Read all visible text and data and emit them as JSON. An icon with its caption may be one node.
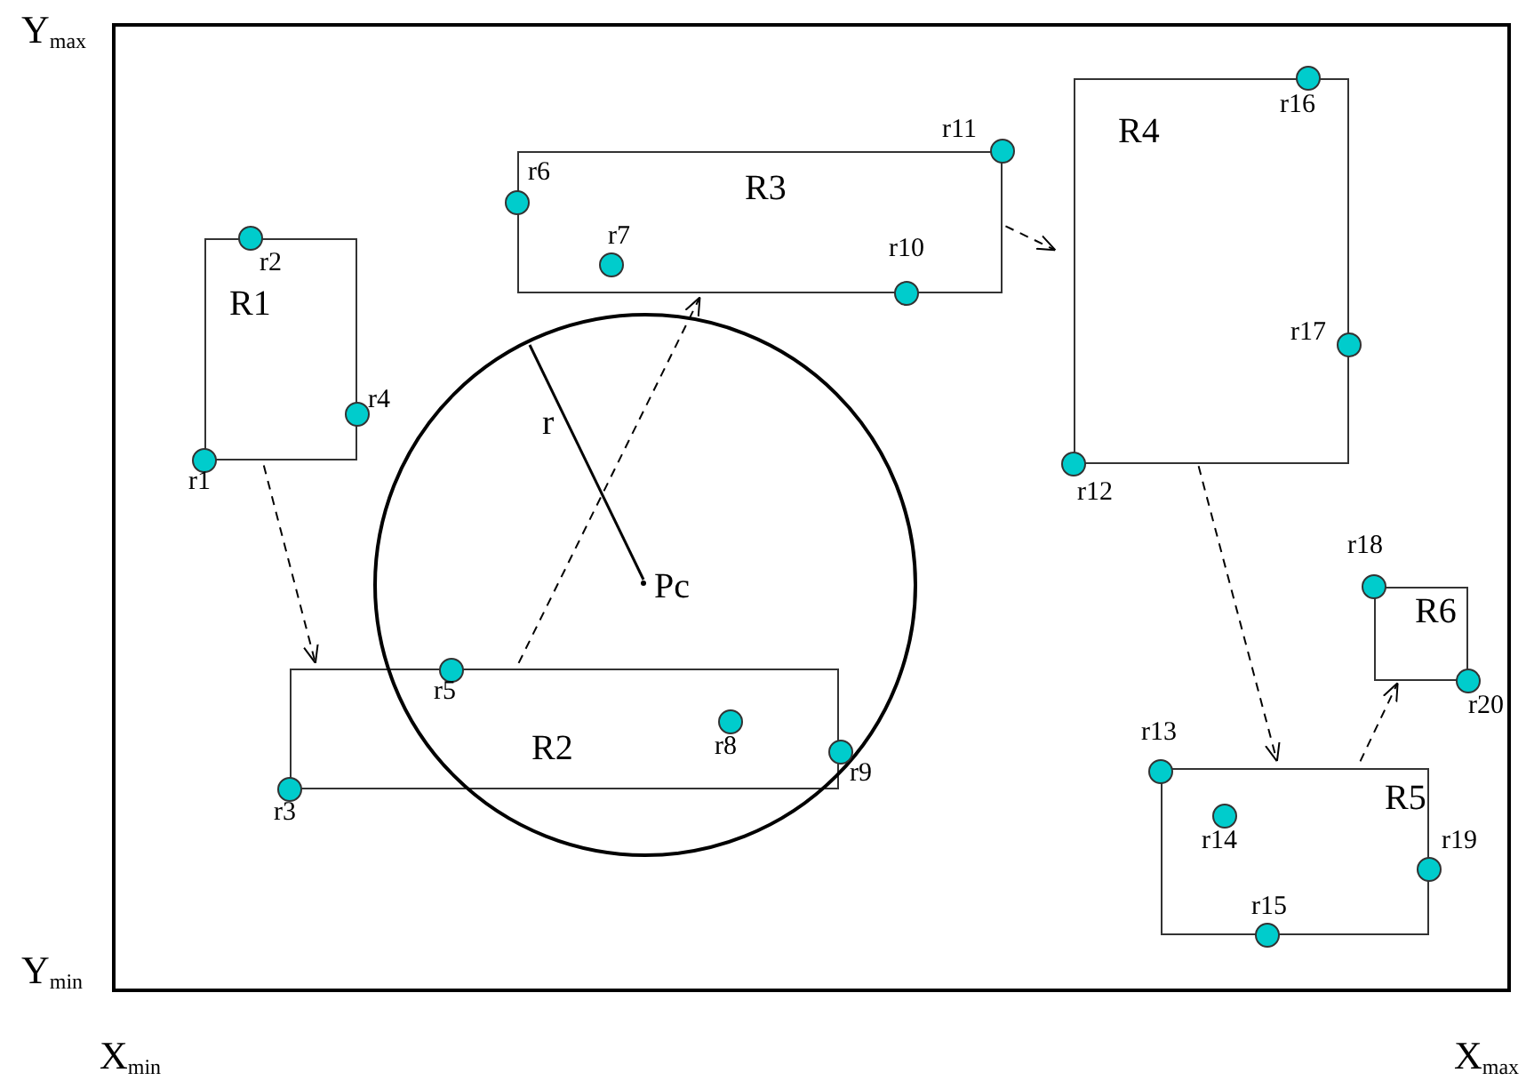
{
  "diagram": {
    "nodes": [
      {
        "text": [],
        "shape": "box"
      },
      {
        "text": [
          "R1"
        ],
        "in": 0
      },
      {
        "text": [
          "R2"
        ],
        "in": 0
      },
      {
        "text": [
          "R3"
        ],
        "in": 0
      },
      {
        "text": [
          "R4"
        ],
        "in": 0
      },
      {
        "text": [
          "R5"
        ],
        "in": 0
      },
      {
        "text": [
          "R6"
        ],
        "in": 0
      },
      {
        "text": [
          "Pc"
        ],
        "in": 0
      },
      {
        "text": [],
        "shape": "circle",
        "beside": [
          "r1"
        ],
        "in": 0
      },
      {
        "text": [],
        "shape": "circle",
        "beside": [
          "r2"
        ],
        "in": 0
      },
      {
        "text": [],
        "shape": "circle",
        "beside": [
          "r3"
        ],
        "in": 0
      },
      {
        "text": [],
        "shape": "circle",
        "beside": [
          "r4"
        ],
        "in": 0
      },
      {
        "text": [],
        "shape": "circle",
        "beside": [
          "r5"
        ],
        "in": 7
      },
      {
        "text": [],
        "shape": "circle",
        "beside": [
          "r6"
        ],
        "in": 0
      },
      {
        "text": [],
        "shape": "circle",
        "beside": [
          "r7"
        ],
        "in": 3
      },
      {
        "text": [],
        "shape": "circle",
        "beside": [
          "r8"
        ],
        "in": 2
      },
      {
        "text": [],
        "shape": "circle",
        "beside": [
          "r9"
        ],
        "in": 7
      },
      {
        "text": [],
        "shape": "circle",
        "beside": [
          "r10"
        ],
        "in": 0
      },
      {
        "text": [],
        "shape": "circle",
        "beside": [
          "r11"
        ],
        "in": 0
      },
      {
        "text": [],
        "shape": "circle",
        "beside": [
          "r12"
        ],
        "in": 0
      },
      {
        "text": [],
        "shape": "circle",
        "beside": [
          "r13"
        ],
        "in": 0
      },
      {
        "text": [],
        "shape": "circle",
        "beside": [
          "r14"
        ],
        "in": 5
      },
      {
        "text": [],
        "shape": "circle",
        "beside": [
          "r15"
        ],
        "in": 0
      },
      {
        "text": [],
        "shape": "circle",
        "beside": [
          "r16"
        ],
        "in": 0
      },
      {
        "text": [],
        "shape": "circle",
        "beside": [
          "r17"
        ],
        "in": 0
      },
      {
        "text": [],
        "shape": "circle",
        "beside": [
          "r18"
        ],
        "in": 0
      },
      {
        "text": [],
        "shape": "circle",
        "beside": [
          "r19"
        ],
        "in": 0
      },
      {
        "text": [],
        "shape": "circle",
        "beside": [
          "r20"
        ],
        "in": 0
      }
    ],
    "edges": [
      {
        "from": 1,
        "to": 2,
        "arrow": "to",
        "style": "dashed"
      },
      {
        "from": 2,
        "to": 3,
        "arrow": "to",
        "style": "dashed"
      },
      {
        "from": 3,
        "to": 4,
        "arrow": "to",
        "style": "dashed"
      },
      {
        "from": 4,
        "to": 5,
        "arrow": "to",
        "style": "dashed"
      },
      {
        "from": 5,
        "to": 6,
        "arrow": "to",
        "style": "dashed"
      }
    ],
    "labels": [
      "Y$_{max}$",
      "Y$_{min}$",
      "X$_{min}$",
      "X$_{max}$",
      "r"
    ]
  }
}
